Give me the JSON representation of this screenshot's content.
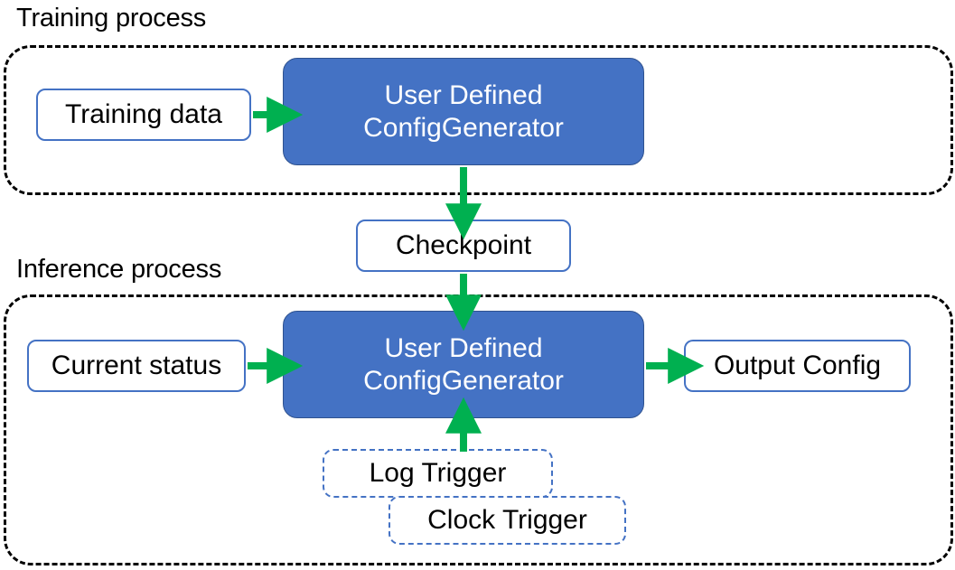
{
  "diagram": {
    "title_training": "Training process",
    "title_inference": "Inference process",
    "nodes": {
      "training_data": "Training data",
      "training_generator_line1": "User Defined",
      "training_generator_line2": "ConfigGenerator",
      "checkpoint": "Checkpoint",
      "current_status": "Current status",
      "inference_generator_line1": "User Defined",
      "inference_generator_line2": "ConfigGenerator",
      "output_config": "Output Config",
      "log_trigger": "Log Trigger",
      "clock_trigger": "Clock Trigger"
    },
    "colors": {
      "process_fill": "#4472C4",
      "process_stroke": "#2F528F",
      "box_stroke": "#4472C4",
      "arrow": "#00B050",
      "container_stroke": "#000000",
      "text_dark": "#000000",
      "text_light": "#FFFFFF"
    },
    "arrows": [
      {
        "name": "training-data-to-generator",
        "from": "Training data",
        "to": "User Defined ConfigGenerator",
        "direction": "right"
      },
      {
        "name": "training-generator-to-checkpoint",
        "from": "User Defined ConfigGenerator",
        "to": "Checkpoint",
        "direction": "down"
      },
      {
        "name": "checkpoint-to-inference-generator",
        "from": "Checkpoint",
        "to": "User Defined ConfigGenerator",
        "direction": "down"
      },
      {
        "name": "current-status-to-generator",
        "from": "Current status",
        "to": "User Defined ConfigGenerator",
        "direction": "right"
      },
      {
        "name": "inference-generator-to-output",
        "from": "User Defined ConfigGenerator",
        "to": "Output Config",
        "direction": "right"
      },
      {
        "name": "triggers-to-inference-generator",
        "from": "Log Trigger / Clock Trigger",
        "to": "User Defined ConfigGenerator",
        "direction": "up"
      }
    ]
  }
}
